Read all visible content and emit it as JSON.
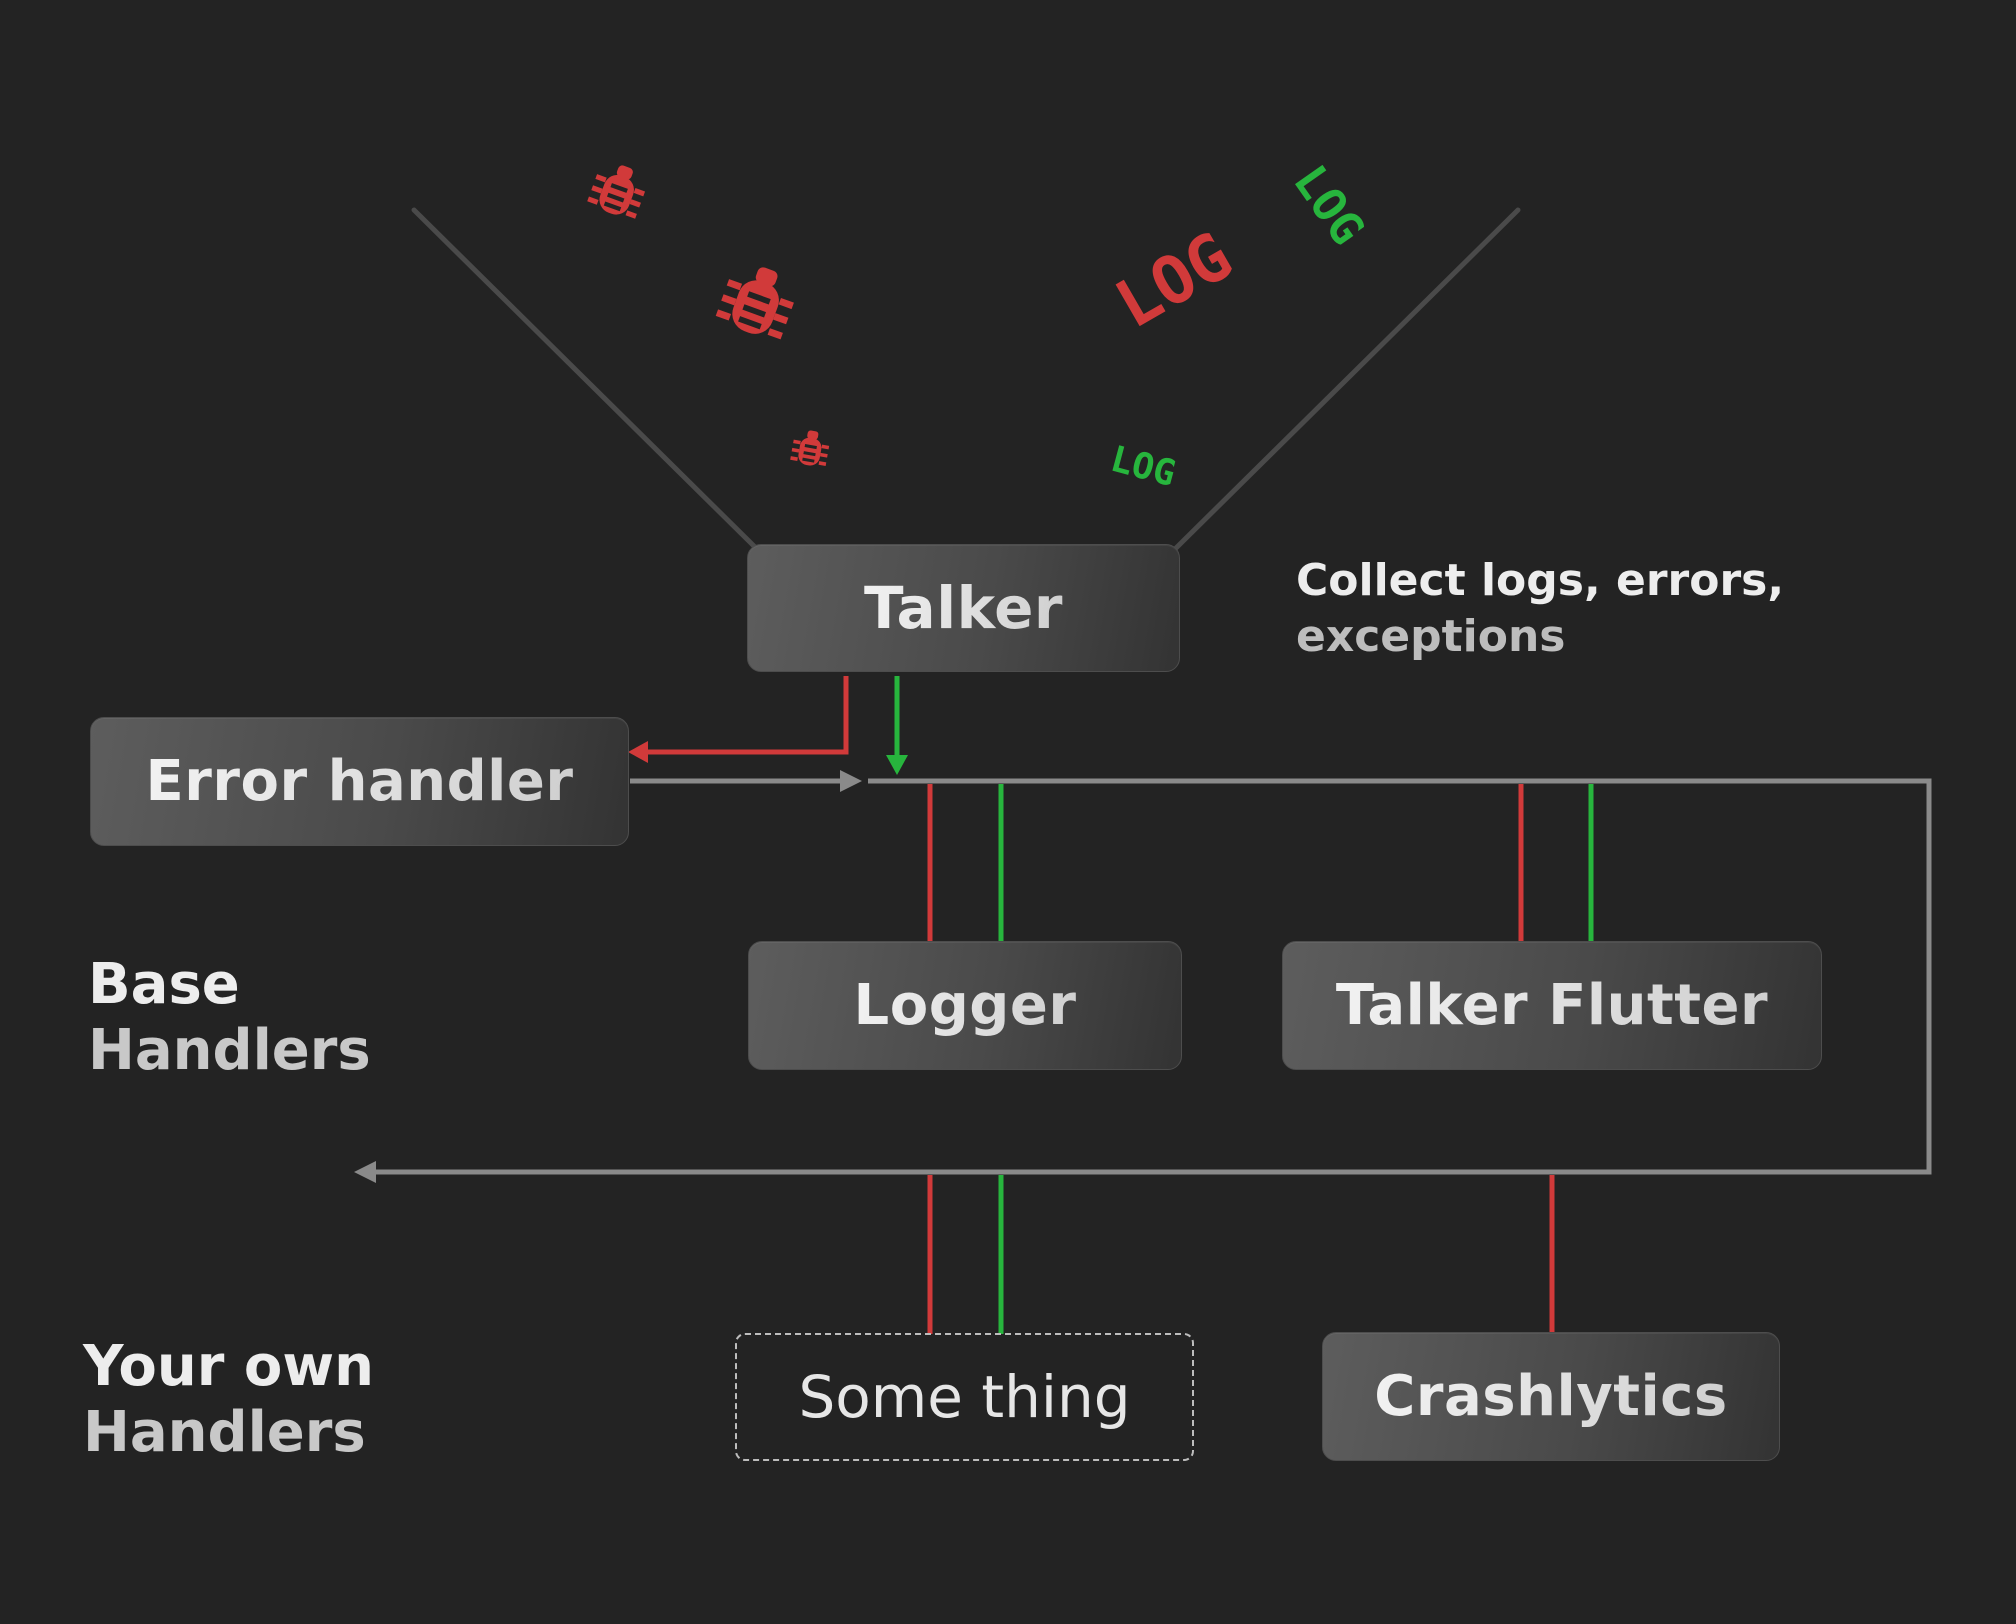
{
  "nodes": {
    "talker": "Talker",
    "error_handler": "Error handler",
    "logger": "Logger",
    "talker_flutter": "Talker Flutter",
    "some_thing": "Some thing",
    "crashlytics": "Crashlytics"
  },
  "caption": {
    "line1": "Collect logs, errors,",
    "line2": "exceptions"
  },
  "sections": {
    "base": {
      "line1": "Base",
      "line2": "Handlers"
    },
    "own": {
      "line1": "Your own",
      "line2": "Handlers"
    }
  },
  "log_glyphs": [
    "LOG",
    "LOG",
    "LOG"
  ],
  "icons": [
    "bug-icon",
    "bug-icon",
    "bug-icon",
    "log-icon",
    "log-icon",
    "log-icon"
  ],
  "colors": {
    "background": "#232323",
    "error": "#d13a3a",
    "log": "#27b53d",
    "line": "#8a8a8a",
    "funnel": "#4a4a4a"
  }
}
